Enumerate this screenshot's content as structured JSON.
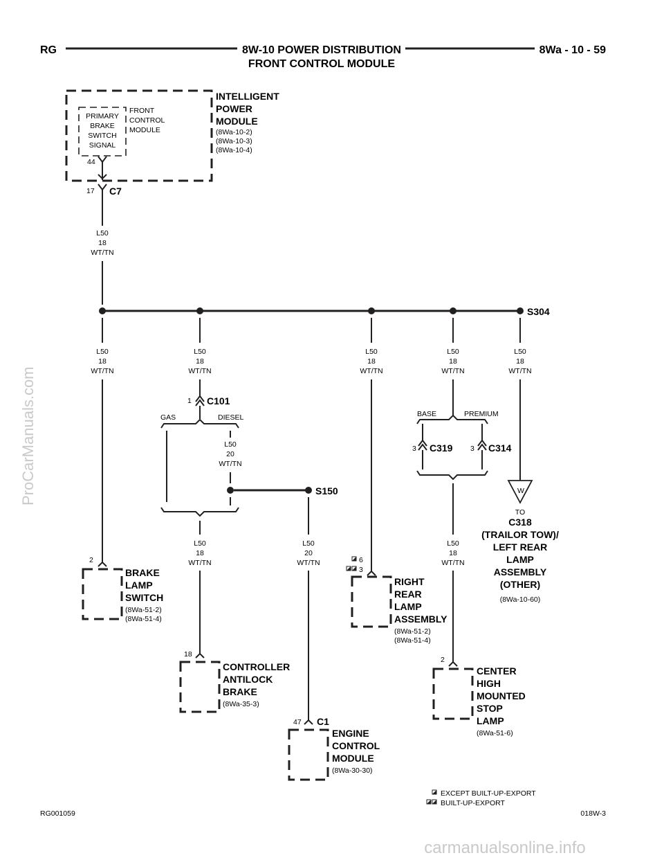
{
  "header": {
    "left": "RG",
    "title_line1": "8W-10 POWER DISTRIBUTION",
    "title_line2": "FRONT CONTROL MODULE",
    "right": "8Wa - 10 - 59"
  },
  "ipm": {
    "title": [
      "INTELLIGENT",
      "POWER",
      "MODULE"
    ],
    "refs": [
      "(8Wa-10-2)",
      "(8Wa-10-3)",
      "(8Wa-10-4)"
    ],
    "fcm_label": [
      "FRONT",
      "CONTROL",
      "MODULE"
    ],
    "circuit_label": [
      "PRIMARY",
      "BRAKE",
      "SWITCH",
      "SIGNAL"
    ],
    "pin_inner": "44",
    "pin_c7": "17",
    "connector": "C7"
  },
  "wire_top": [
    "L50",
    "18",
    "WT/TN"
  ],
  "splice_main": "S304",
  "branch_wires": {
    "b1": [
      "L50",
      "18",
      "WT/TN"
    ],
    "b2": [
      "L50",
      "18",
      "WT/TN"
    ],
    "b3": [
      "L50",
      "18",
      "WT/TN"
    ],
    "b4": [
      "L50",
      "18",
      "WT/TN"
    ],
    "b5": [
      "L50",
      "18",
      "WT/TN"
    ]
  },
  "c101": {
    "pin": "1",
    "name": "C101",
    "gas": "GAS",
    "diesel": "DIESEL"
  },
  "diesel_wire": [
    "L50",
    "20",
    "WT/TN"
  ],
  "splice_s150": "S150",
  "abs_wire": [
    "L50",
    "18",
    "WT/TN"
  ],
  "ecm_wire": [
    "L50",
    "20",
    "WT/TN"
  ],
  "chmsl_wire": [
    "L50",
    "18",
    "WT/TN"
  ],
  "base_premium": {
    "base": "BASE",
    "premium": "PREMIUM",
    "c319_pin": "3",
    "c319": "C319",
    "c314_pin": "3",
    "c314": "C314"
  },
  "brake_switch": {
    "pin": "2",
    "title": [
      "BRAKE",
      "LAMP",
      "SWITCH"
    ],
    "refs": [
      "(8Wa-51-2)",
      "(8Wa-51-4)"
    ]
  },
  "abs": {
    "pin": "18",
    "title": [
      "CONTROLLER",
      "ANTILOCK",
      "BRAKE"
    ],
    "refs": [
      "(8Wa-35-3)"
    ]
  },
  "ecm": {
    "pin": "47",
    "connector": "C1",
    "title": [
      "ENGINE",
      "CONTROL",
      "MODULE"
    ],
    "refs": [
      "(8Wa-30-30)"
    ]
  },
  "right_rear": {
    "pin_a": "6",
    "pin_b": "3",
    "title": [
      "RIGHT",
      "REAR",
      "LAMP",
      "ASSEMBLY"
    ],
    "refs": [
      "(8Wa-51-2)",
      "(8Wa-51-4)"
    ]
  },
  "chmsl": {
    "pin": "2",
    "title": [
      "CENTER",
      "HIGH",
      "MOUNTED",
      "STOP",
      "LAMP"
    ],
    "refs": [
      "(8Wa-51-6)"
    ]
  },
  "trailer": {
    "marker": "W",
    "to": "TO",
    "lines": [
      "C318",
      "(TRAILOR TOW)/",
      "LEFT REAR",
      "LAMP",
      "ASSEMBLY",
      "(OTHER)"
    ],
    "ref": "(8Wa-10-60)"
  },
  "legend": {
    "item1": "EXCEPT BUILT-UP-EXPORT",
    "item2": "BUILT-UP-EXPORT"
  },
  "footer": {
    "left": "RG001059",
    "right": "018W-3"
  },
  "watermarks": {
    "side": "ProCarManuals.com",
    "bottom": "carmanualsonline.info"
  }
}
